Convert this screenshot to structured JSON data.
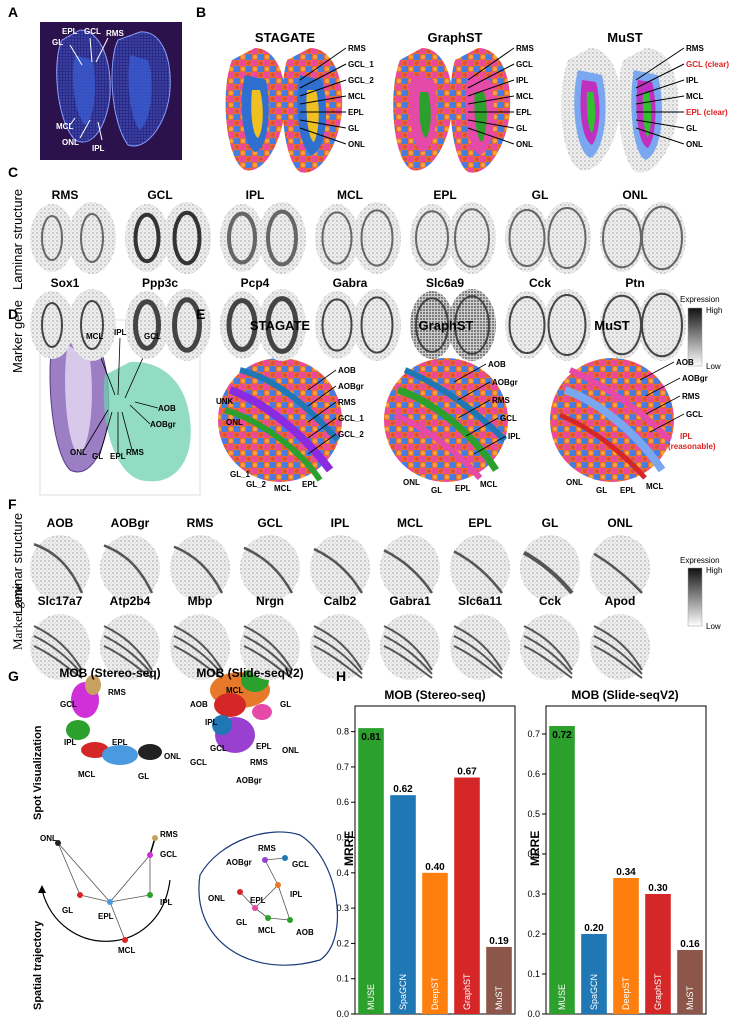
{
  "panels": {
    "A": "A",
    "B": "B",
    "C": "C",
    "D": "D",
    "E": "E",
    "F": "F",
    "G": "G",
    "H": "H"
  },
  "A": {
    "labels": [
      "GL",
      "EPL",
      "GCL",
      "RMS",
      "MCL",
      "ONL",
      "IPL"
    ]
  },
  "B": {
    "methods": [
      "STAGATE",
      "GraphST",
      "MuST"
    ],
    "stagate_labels": [
      "RMS",
      "GCL_1",
      "GCL_2",
      "MCL",
      "EPL",
      "GL",
      "ONL"
    ],
    "graphst_labels": [
      "RMS",
      "GCL",
      "IPL",
      "MCL",
      "EPL",
      "GL",
      "ONL"
    ],
    "must_labels": [
      "RMS",
      "GCL (clear)",
      "IPL",
      "MCL",
      "EPL (clear)",
      "GL",
      "ONL"
    ]
  },
  "C": {
    "row1": "Laminar structure",
    "row2": "Marker gene",
    "layers": [
      "RMS",
      "GCL",
      "IPL",
      "MCL",
      "EPL",
      "GL",
      "ONL"
    ],
    "genes": [
      "Sox1",
      "Ppp3c",
      "Pcp4",
      "Gabra",
      "Slc6a9",
      "Cck",
      "Ptn"
    ],
    "legend_title": "Expression",
    "legend_high": "High",
    "legend_low": "Low"
  },
  "D": {
    "labels": [
      "MCL",
      "IPL",
      "GCL",
      "AOB",
      "AOBgr",
      "ONL",
      "GL",
      "EPL",
      "RMS"
    ]
  },
  "E": {
    "methods": [
      "STAGATE",
      "GraphST",
      "MuST"
    ],
    "stagate_labels": [
      "AOB",
      "AOBgr",
      "RMS",
      "GCL_1",
      "GCL_2",
      "UNK",
      "ONL",
      "GL_1",
      "GL_2",
      "MCL",
      "EPL"
    ],
    "graphst_labels": [
      "AOB",
      "AOBgr",
      "RMS",
      "GCL",
      "IPL",
      "ONL",
      "GL",
      "EPL",
      "MCL"
    ],
    "must_labels": [
      "AOB",
      "AOBgr",
      "RMS",
      "GCL",
      "IPL",
      "(reasonable)",
      "ONL",
      "GL",
      "EPL",
      "MCL"
    ]
  },
  "F": {
    "row1": "Laminar structure",
    "row2": "Marker gene",
    "layers": [
      "AOB",
      "AOBgr",
      "RMS",
      "GCL",
      "IPL",
      "MCL",
      "EPL",
      "GL",
      "ONL"
    ],
    "genes": [
      "Slc17a7",
      "Atp2b4",
      "Mbp",
      "Nrgn",
      "Calb2",
      "Gabra1",
      "Slc6a11",
      "Cck",
      "Apod"
    ],
    "legend_title": "Expression",
    "legend_high": "High",
    "legend_low": "Low"
  },
  "G": {
    "titles": [
      "MOB (Stereo-seq)",
      "MOB (Slide-seqV2)"
    ],
    "row1": "Spot Visualization",
    "row2": "Spatial trajectory",
    "umap1_labels": [
      "RMS",
      "GCL",
      "IPL",
      "EPL",
      "ONL",
      "MCL",
      "GL"
    ],
    "umap2_labels": [
      "MCL",
      "AOB",
      "GL",
      "IPL",
      "GCL",
      "EPL",
      "ONL",
      "GCL",
      "RMS",
      "AOBgr"
    ],
    "traj1_labels": [
      "ONL",
      "RMS",
      "GCL",
      "GL",
      "EPL",
      "IPL",
      "MCL"
    ],
    "traj2_labels": [
      "RMS",
      "AOBgr",
      "GCL",
      "ONL",
      "EPL",
      "IPL",
      "GL",
      "MCL",
      "AOB"
    ]
  },
  "chart_data": [
    {
      "type": "bar",
      "title": "MOB (Stereo-seq)",
      "ylabel": "MRRE",
      "xlabel": "",
      "categories": [
        "MUSE",
        "SpaGCN",
        "DeepST",
        "GraphST",
        "MuST"
      ],
      "values": [
        0.81,
        0.62,
        0.4,
        0.67,
        0.19
      ],
      "value_labels": [
        "0.81",
        "0.62",
        "0.40",
        "0.67",
        "0.19"
      ],
      "colors": [
        "#2ca02c",
        "#1f77b4",
        "#ff7f0e",
        "#d62728",
        "#8c564b"
      ],
      "ylim": [
        0,
        0.85
      ],
      "yticks": [
        "0.0",
        "0.1",
        "0.2",
        "0.3",
        "0.4",
        "0.5",
        "0.6",
        "0.7",
        "0.8"
      ],
      "grid": false
    },
    {
      "type": "bar",
      "title": "MOB (Slide-seqV2)",
      "ylabel": "MRRE",
      "xlabel": "",
      "categories": [
        "MUSE",
        "SpaGCN",
        "DeepST",
        "GraphST",
        "MuST"
      ],
      "values": [
        0.72,
        0.2,
        0.34,
        0.3,
        0.16
      ],
      "value_labels": [
        "0.72",
        "0.20",
        "0.34",
        "0.30",
        "0.16"
      ],
      "colors": [
        "#2ca02c",
        "#1f77b4",
        "#ff7f0e",
        "#d62728",
        "#8c564b"
      ],
      "ylim": [
        0,
        0.75
      ],
      "yticks": [
        "0.0",
        "0.1",
        "0.2",
        "0.3",
        "0.4",
        "0.5",
        "0.6",
        "0.7"
      ],
      "grid": false
    }
  ]
}
